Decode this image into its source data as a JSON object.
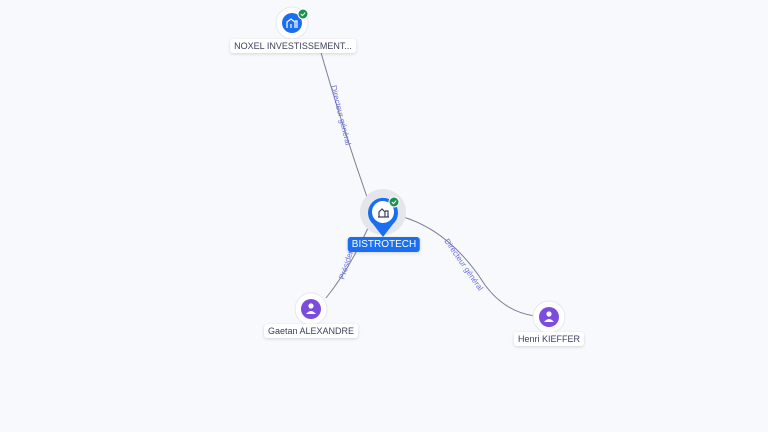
{
  "nodes": {
    "noxel": {
      "label": "NOXEL INVESTISSEMENT...",
      "type": "company",
      "verified": true
    },
    "bistrotech": {
      "label": "BISTROTECH",
      "type": "company",
      "verified": true,
      "main": true
    },
    "gaetan": {
      "label": "Gaetan ALEXANDRE",
      "type": "person"
    },
    "henri": {
      "label": "Henri KIEFFER",
      "type": "person"
    }
  },
  "edges": [
    {
      "from": "noxel",
      "to": "bistrotech",
      "label": "Directeur général"
    },
    {
      "from": "gaetan",
      "to": "bistrotech",
      "label": "Président"
    },
    {
      "from": "henri",
      "to": "bistrotech",
      "label": "Directeur général"
    }
  ],
  "colors": {
    "company": "#1a6ff0",
    "person": "#7c4ddd",
    "verified": "#1e8f4e",
    "edge": "#7a7f95",
    "edge_label": "#6b6fd8"
  }
}
